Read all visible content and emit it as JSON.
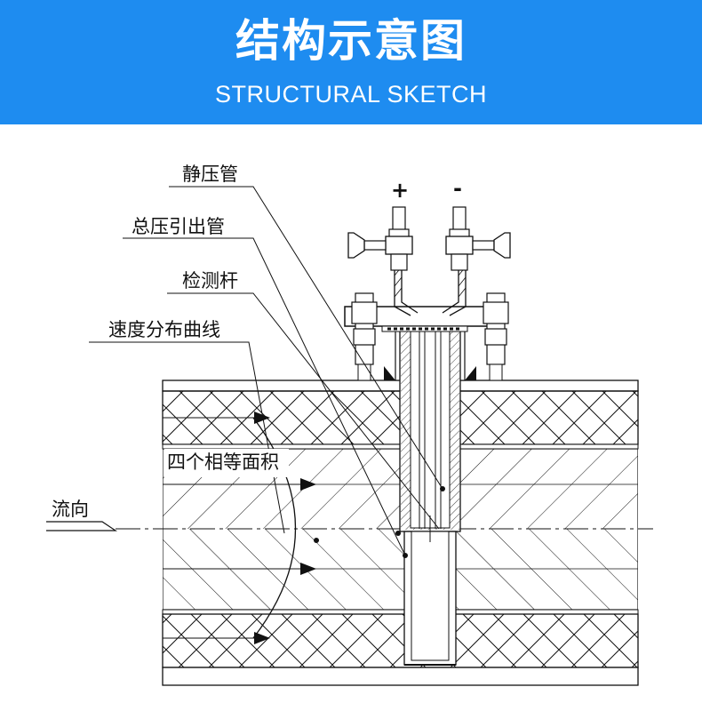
{
  "header": {
    "title": "结构示意图",
    "subtitle": "STRUCTURAL SKETCH"
  },
  "diagram": {
    "labels": {
      "static_pressure_tube": "静压管",
      "total_pressure_tube": "总压引出管",
      "probe_rod": "检测杆",
      "velocity_curve": "速度分布曲线",
      "four_equal_areas": "四个相等面积",
      "flow_direction": "流向"
    },
    "signs": {
      "plus": "+",
      "minus": "-"
    }
  },
  "colors": {
    "banner": "#1e8cf0",
    "line": "#111111"
  }
}
